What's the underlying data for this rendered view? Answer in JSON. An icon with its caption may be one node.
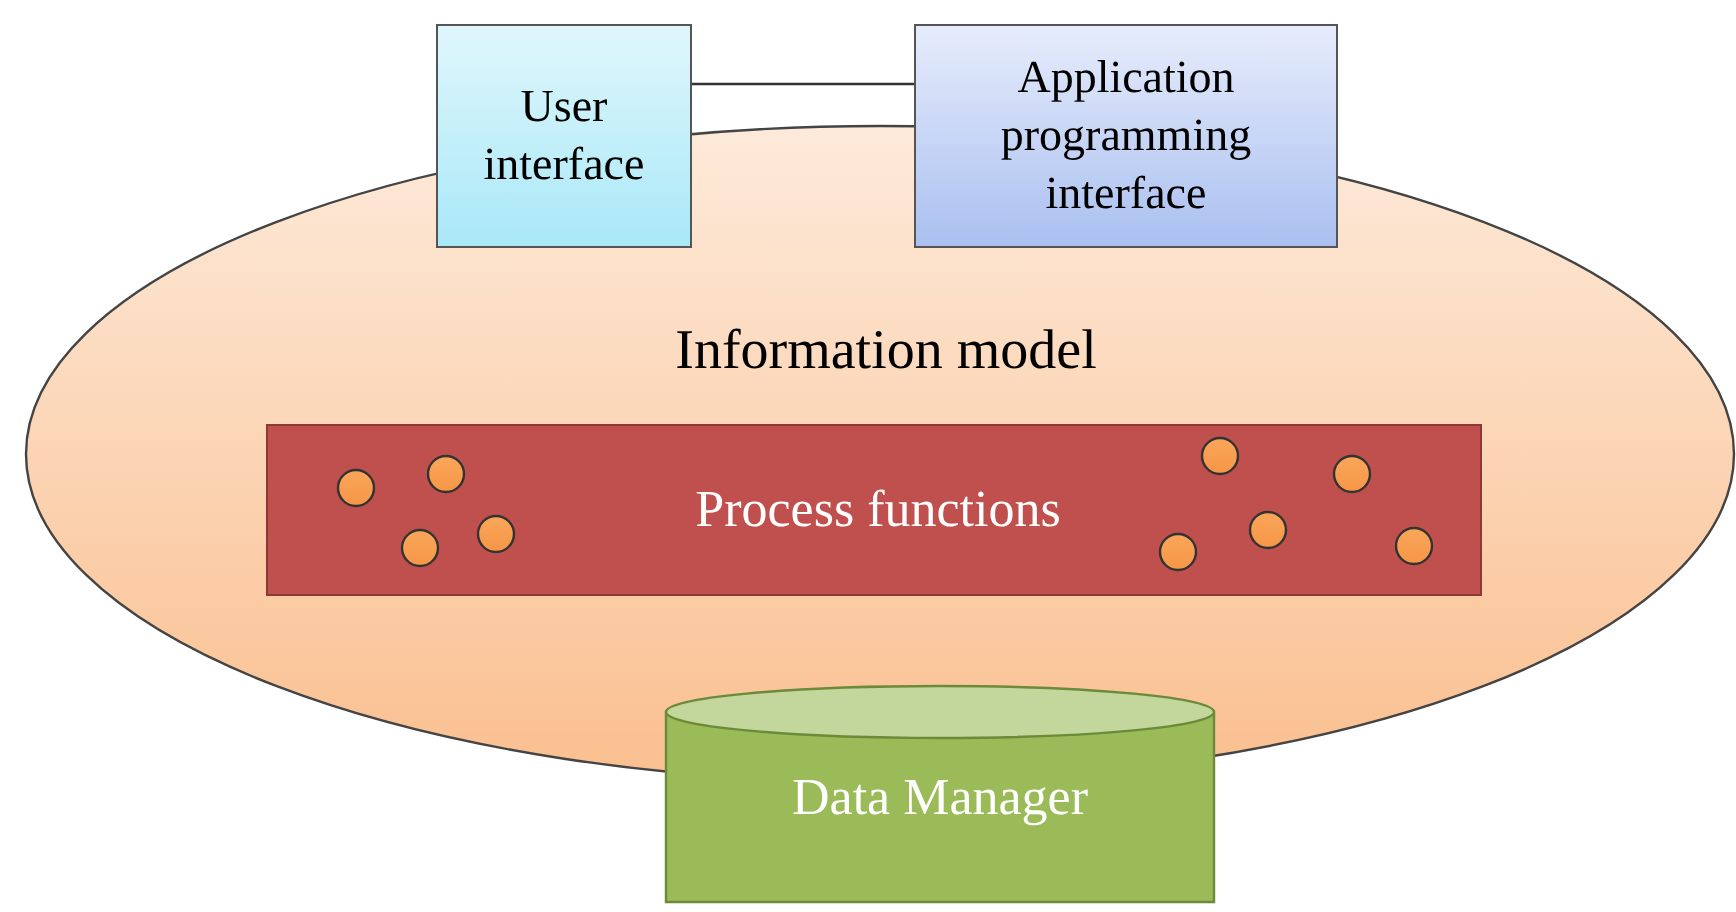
{
  "diagram": {
    "nodes": [
      {
        "text": [
          "Information model"
        ]
      },
      {
        "text": [
          "User interface"
        ]
      },
      {
        "text": [
          "Application programming interface"
        ]
      },
      {
        "text": [
          "Process functions"
        ],
        "in": 0
      },
      {
        "text": [],
        "shape": "circle",
        "in": 3
      },
      {
        "text": [],
        "shape": "circle",
        "in": 3
      },
      {
        "text": [],
        "shape": "circle",
        "in": 3
      },
      {
        "text": [],
        "shape": "circle",
        "in": 3
      },
      {
        "text": [],
        "shape": "circle",
        "in": 3
      },
      {
        "text": [],
        "shape": "circle",
        "in": 3
      },
      {
        "text": [],
        "shape": "circle",
        "in": 3
      },
      {
        "text": [],
        "shape": "circle",
        "in": 3
      },
      {
        "text": [],
        "shape": "circle",
        "in": 3
      },
      {
        "text": [
          "Data Manager"
        ]
      }
    ],
    "edges": [
      {
        "from": 1,
        "to": 2,
        "arrow": "none"
      }
    ]
  }
}
